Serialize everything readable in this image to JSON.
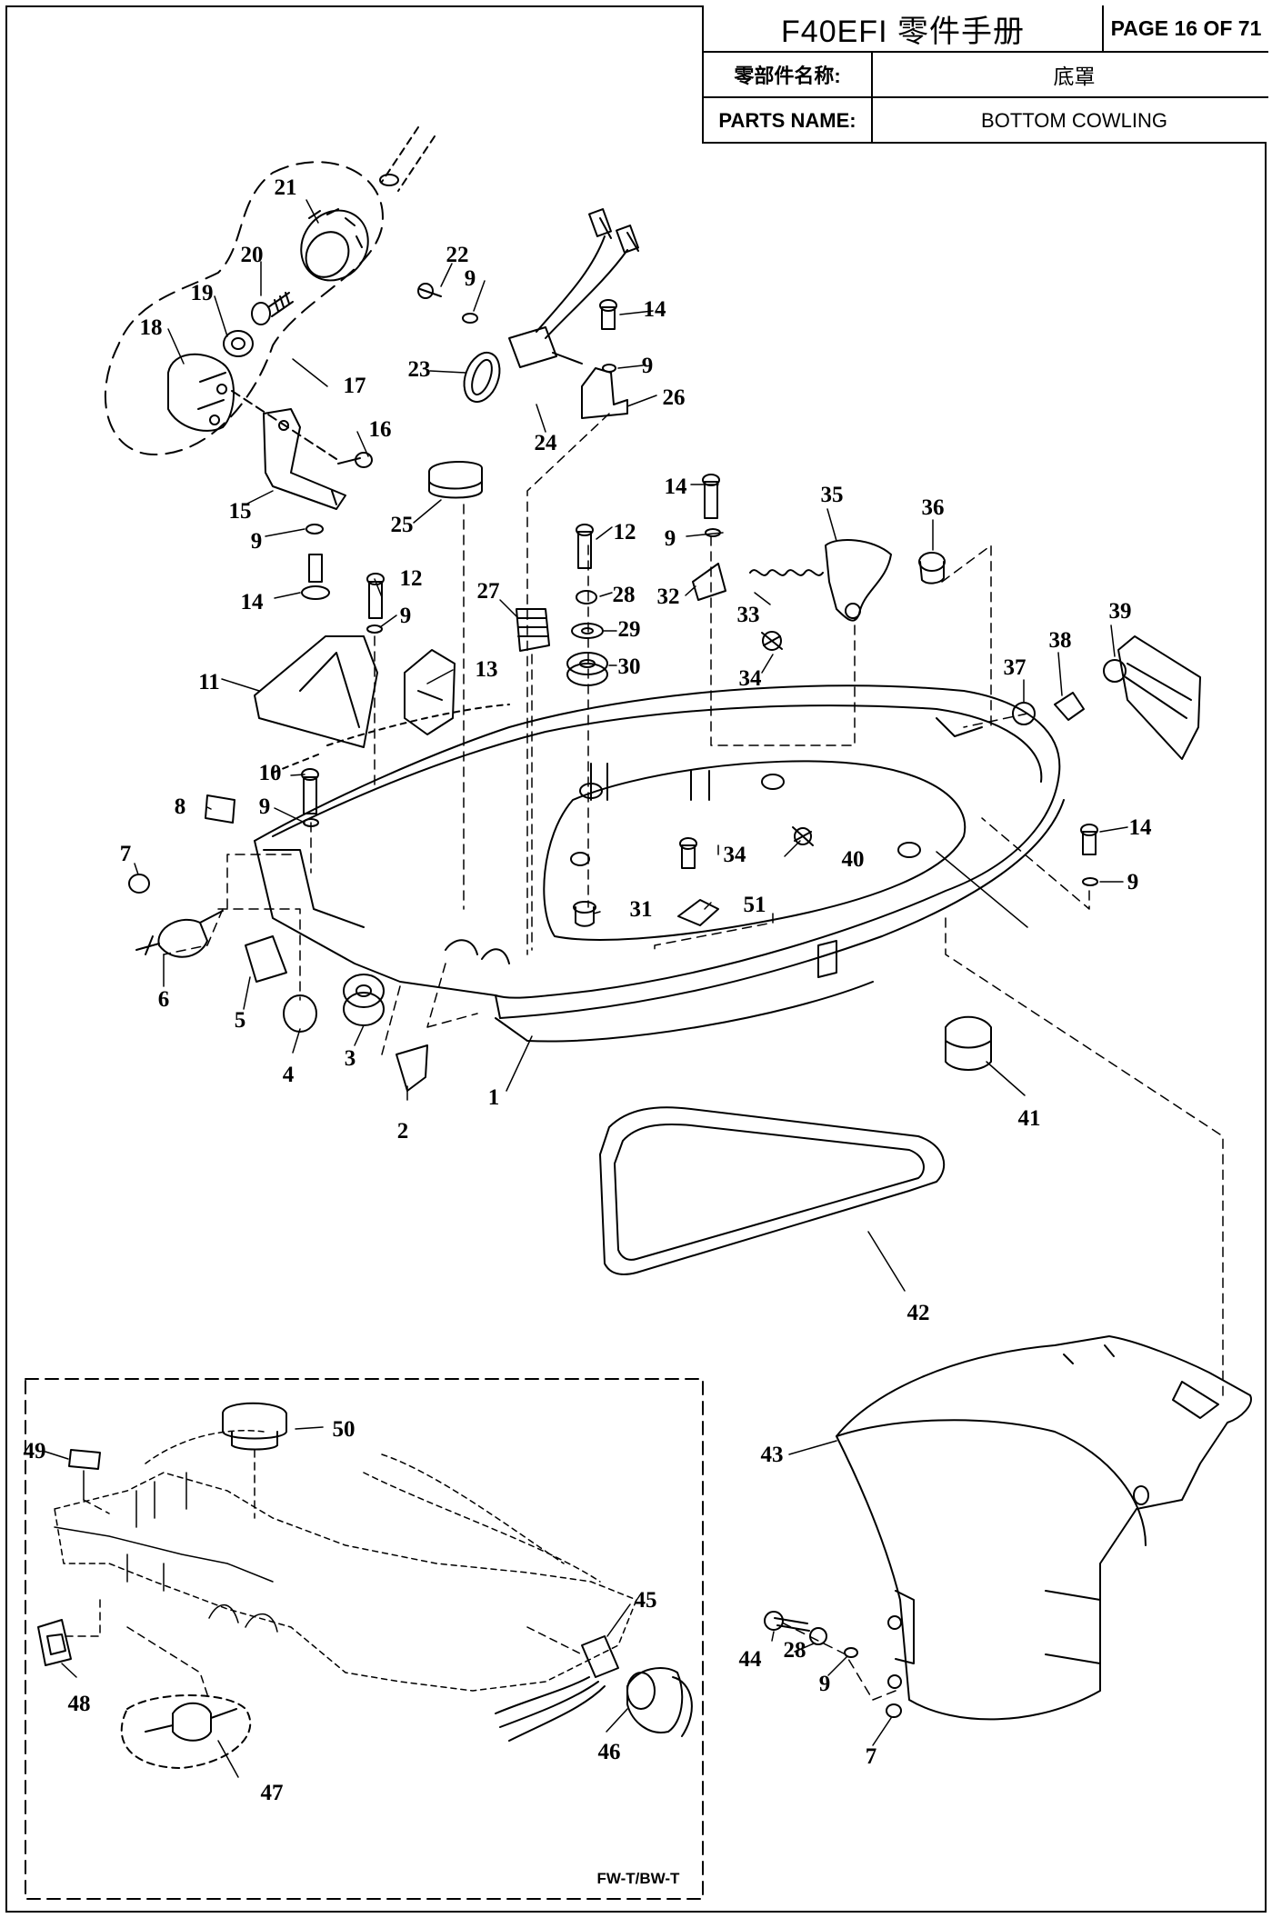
{
  "header": {
    "title": "F40EFI 零件手册",
    "page": "PAGE 16 OF 71",
    "part_name_label_cn": "零部件名称:",
    "part_name_cn": "底罩",
    "part_name_label_en": "PARTS NAME:",
    "part_name_en": "BOTTOM COWLING"
  },
  "inset": {
    "variant_tag": "FW-T/BW-T"
  },
  "callouts": [
    "1",
    "2",
    "3",
    "4",
    "5",
    "6",
    "7",
    "8",
    "9",
    "10",
    "11",
    "12",
    "13",
    "14",
    "15",
    "16",
    "17",
    "18",
    "19",
    "20",
    "21",
    "22",
    "23",
    "24",
    "25",
    "26",
    "27",
    "28",
    "29",
    "30",
    "31",
    "32",
    "33",
    "34",
    "35",
    "36",
    "37",
    "38",
    "39",
    "40",
    "41",
    "42",
    "43",
    "44",
    "45",
    "46",
    "47",
    "48",
    "49",
    "50",
    "51"
  ]
}
